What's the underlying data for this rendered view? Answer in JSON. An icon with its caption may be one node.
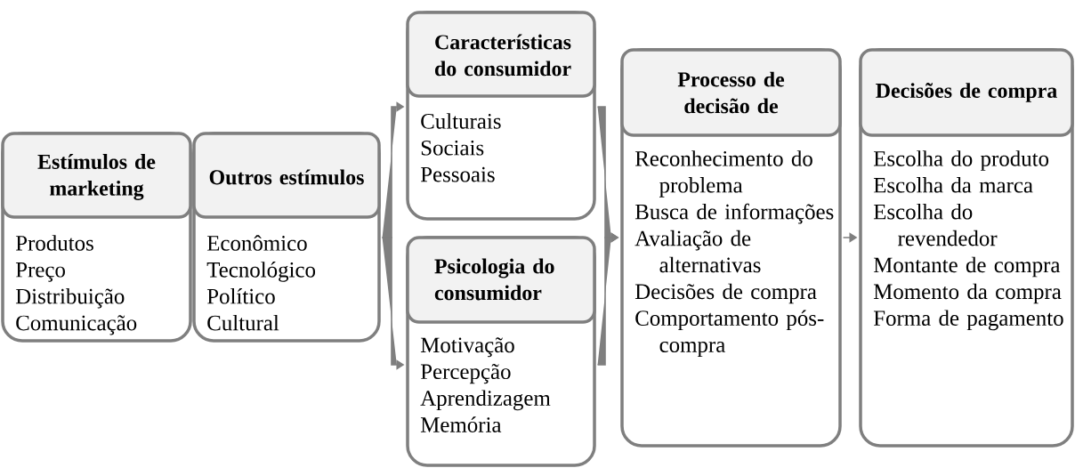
{
  "diagram": {
    "nodes": [
      {
        "text": [
          "Estímulos de marketing",
          "Produtos",
          "Preço",
          "Distribuição",
          "Comunicação"
        ]
      },
      {
        "text": [
          "Outros estímulos",
          "Econômico",
          "Tecnológico",
          "Político",
          "Cultural"
        ]
      },
      {
        "text": [
          "Características do consumidor",
          "Culturais",
          "Sociais",
          "Pessoais"
        ]
      },
      {
        "text": [
          "Psicologia do consumidor",
          "Motivação",
          "Percepção",
          "Aprendizagem",
          "Memória"
        ]
      },
      {
        "text": [
          "Processo de decisão de",
          "Reconhecimento do problema",
          "Busca de informações",
          "Avaliação de alternativas",
          "Decisões de compra",
          "Comportamento pós-compra"
        ]
      },
      {
        "text": [
          "Decisões de compra",
          "Escolha do produto",
          "Escolha da marca",
          "Escolha do revendedor",
          "Montante de compra",
          "Momento da compra",
          "Forma de pagamento"
        ]
      }
    ],
    "edges": [
      {
        "from": 1,
        "to": 2,
        "arrow": "to"
      },
      {
        "from": 1,
        "to": 3,
        "arrow": "to"
      },
      {
        "from": 2,
        "to": 4,
        "arrow": "to"
      },
      {
        "from": 3,
        "to": 4,
        "arrow": "to"
      },
      {
        "from": 4,
        "to": 5,
        "arrow": "to"
      }
    ]
  }
}
